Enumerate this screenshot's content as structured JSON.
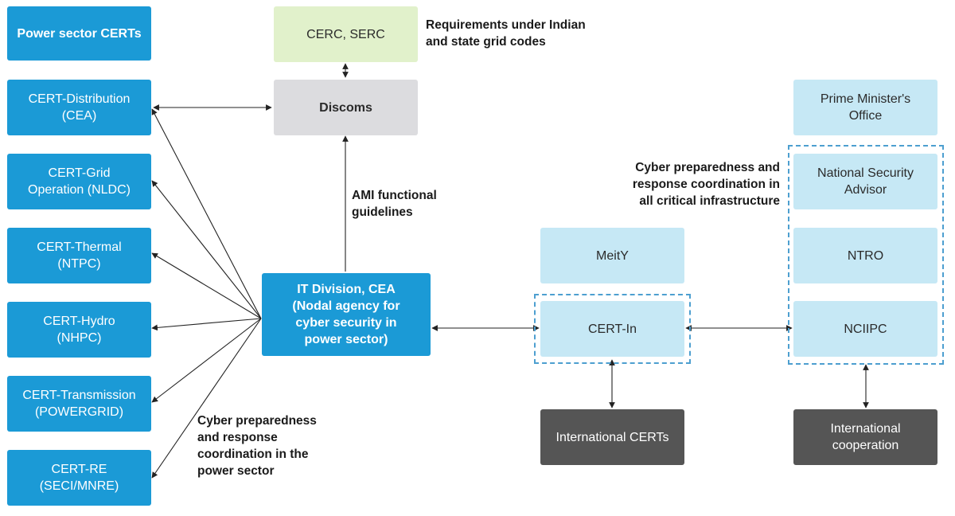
{
  "left_column": {
    "header": "Power sector CERTs",
    "certs": [
      {
        "line1": "CERT-Distribution",
        "line2": "(CEA)"
      },
      {
        "line1": "CERT-Grid",
        "line2": "Operation (NLDC)"
      },
      {
        "line1": "CERT-Thermal",
        "line2": "(NTPC)"
      },
      {
        "line1": "CERT-Hydro",
        "line2": "(NHPC)"
      },
      {
        "line1": "CERT-Transmission",
        "line2": "(POWERGRID)"
      },
      {
        "line1": "CERT-RE",
        "line2": "(SECI/MNRE)"
      }
    ]
  },
  "regulators": {
    "box": "CERC, SERC",
    "note_line1": "Requirements under Indian",
    "note_line2": "and state grid codes"
  },
  "discoms": "Discoms",
  "ami_label": {
    "line1": "AMI functional",
    "line2": "guidelines"
  },
  "it_division": {
    "line1": "IT Division, CEA",
    "line2": "(Nodal agency for",
    "line3": "cyber security in",
    "line4": "power sector)"
  },
  "power_sector_note": {
    "line1": "Cyber preparedness",
    "line2": "and response",
    "line3": "coordination in the",
    "line4": "power sector"
  },
  "meity": "MeitY",
  "cert_in": "CERT-In",
  "international_certs": "International CERTs",
  "pmo": {
    "line1": "Prime Minister's",
    "line2": "Office"
  },
  "critical_note": {
    "line1": "Cyber preparedness and",
    "line2": "response coordination in",
    "line3": "all critical infrastructure"
  },
  "nsa": {
    "line1": "National Security",
    "line2": "Advisor"
  },
  "ntro": "NTRO",
  "nciipc": "NCIIPC",
  "international_cooperation": {
    "line1": "International",
    "line2": "cooperation"
  },
  "colors": {
    "blue": "#1b9ad6",
    "light_blue": "#c6e8f5",
    "light_green": "#e1f1cb",
    "grey": "#dcdcdf",
    "dark_grey": "#555555",
    "dashed_border": "#4d9fd0"
  }
}
